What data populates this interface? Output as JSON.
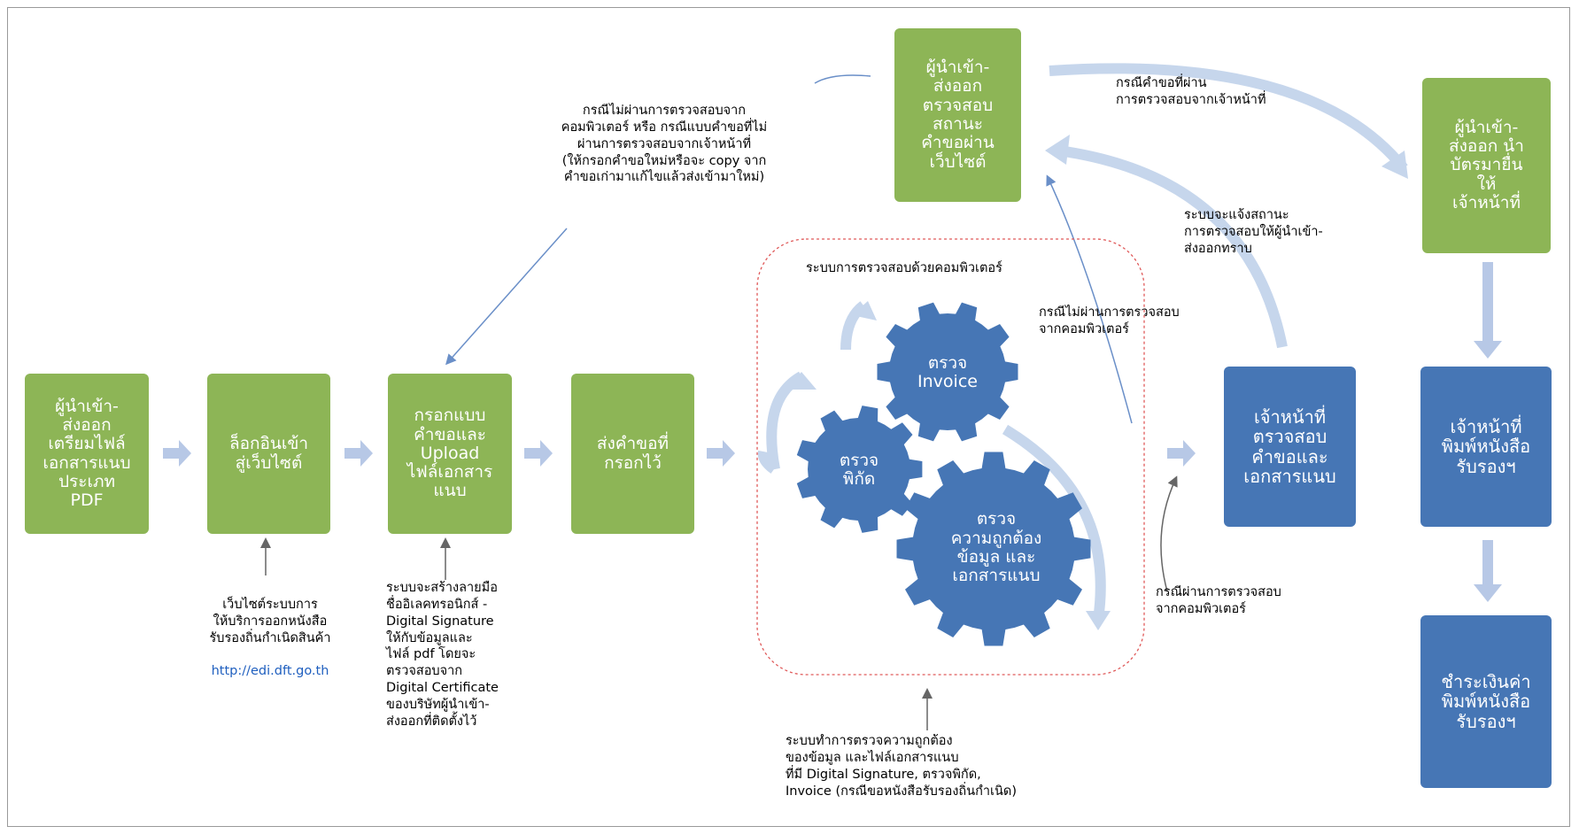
{
  "boxes": {
    "prepare": "ผู้นำเข้า-\nส่งออก\nเตรียมไฟล์\nเอกสารแนบ\nประเภท\nPDF",
    "login": "ล็อกอินเข้า\nสู่เว็บไซต์",
    "fill": "กรอกแบบ\nคำขอและ\nUpload\nไฟล์เอกสาร\nแนบ",
    "submit": "ส่งคำขอที่\nกรอกไว้",
    "check_status": "ผู้นำเข้า-\nส่งออก\nตรวจสอบ\nสถานะ\nคำขอผ่าน\nเว็บไซต์",
    "bring_card": "ผู้นำเข้า-\nส่งออก นำ\nบัตรมายื่น\nให้\nเจ้าหน้าที่",
    "officer_check": "เจ้าหน้าที่\nตรวจสอบ\nคำขอและ\nเอกสารแนบ",
    "officer_print": "เจ้าหน้าที่\nพิมพ์หนังสือ\nรับรองฯ",
    "pay": "ชำระเงินค่า\nพิมพ์หนังสือ\nรับรองฯ"
  },
  "gears": {
    "invoice": "ตรวจ\nInvoice",
    "tariff": "ตรวจ\nพิกัด",
    "accuracy": "ตรวจ\nความถูกต้อง\nข้อมูล และ\nเอกสารแนบ"
  },
  "notes": {
    "website": "เว็บไซต์ระบบการ\nให้บริการออกหนังสือ\nรับรองถิ่นกำเนิดสินค้า",
    "website_url": "http://edi.dft.go.th",
    "signature": "ระบบจะสร้างลายมือ\nชื่ออิเลคทรอนิกส์ -\nDigital Signature\nให้กับข้อมูลและ\nไฟล์ pdf โดยจะ\nตรวจสอบจาก\nDigital Certificate\nของบริษัทผู้นำเข้า-\nส่งออกที่ติดตั้งไว้",
    "system_check_title": "ระบบการตรวจสอบด้วยคอมพิวเตอร์",
    "system_check_desc": "ระบบทำการตรวจความถูกต้อง\nของข้อมูล และไฟล์เอกสารแนบ\nที่มี Digital Signature, ตรวจพิกัด,\nInvoice (กรณีขอหนังสือรับรองถิ่นกำเนิด)",
    "fail_case": "กรณีไม่ผ่านการตรวจสอบจาก\nคอมพิวเตอร์ หรือ กรณีแบบคำขอที่ไม่\nผ่านการตรวจสอบจากเจ้าหน้าที่\n(ให้กรอกคำขอใหม่หรือจะ copy จาก\nคำขอเก่ามาแก้ไขแล้วส่งเข้ามาใหม่)",
    "pass_officer": "กรณีคำขอที่ผ่าน\nการตรวจสอบจากเจ้าหน้าที่",
    "notify": "ระบบจะแจ้งสถานะ\nการตรวจสอบให้ผู้นำเข้า-\nส่งออกทราบ",
    "fail_computer": "กรณีไม่ผ่านการตรวจสอบ\nจากคอมพิวเตอร์",
    "pass_computer": "กรณีผ่านการตรวจสอบ\nจากคอมพิวเตอร์"
  },
  "colors": {
    "green": "#8db556",
    "blue": "#4676b5",
    "arrow_light": "#c6d6ec",
    "dashed_border": "#e05a5a",
    "link": "#1f5fbf"
  }
}
